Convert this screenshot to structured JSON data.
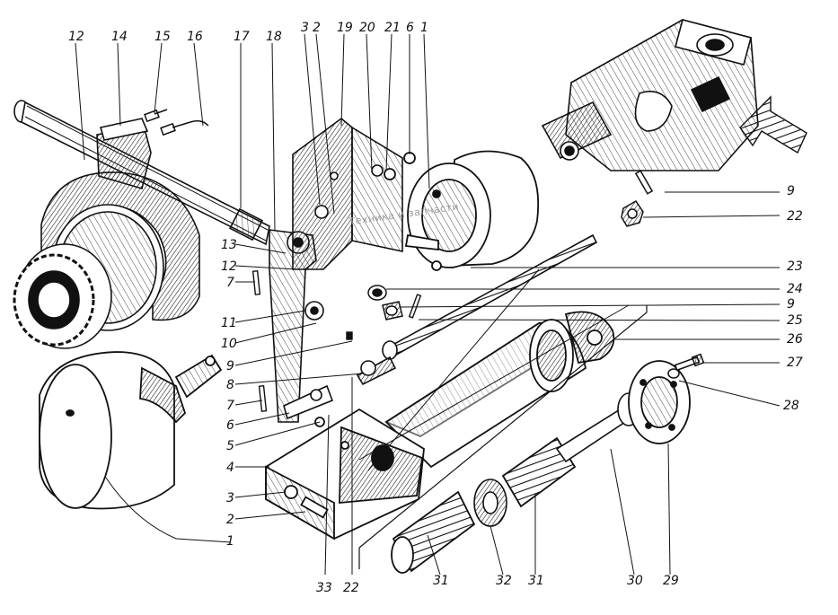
{
  "diagram": {
    "callouts": [
      "1",
      "2",
      "3",
      "4",
      "5",
      "6",
      "7",
      "8",
      "9",
      "10",
      "11",
      "12",
      "13",
      "14",
      "15",
      "16",
      "17",
      "18",
      "19",
      "20",
      "21",
      "22",
      "23",
      "24",
      "25",
      "26",
      "27",
      "28",
      "29",
      "30",
      "31",
      "32",
      "33"
    ],
    "watermark": "Техника и запчасти",
    "colors": {
      "ink": "#111111",
      "paper": "#ffffff",
      "halftone": "#555555",
      "watermark": "#9a9a9a"
    }
  }
}
